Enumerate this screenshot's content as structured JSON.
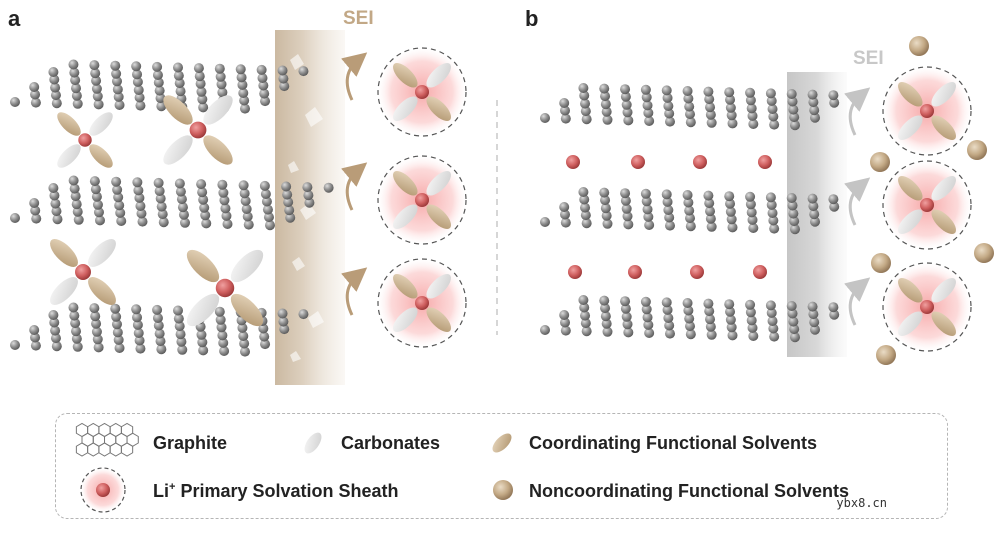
{
  "panels": {
    "a": {
      "label": "a",
      "sei_label": "SEI"
    },
    "b": {
      "label": "b",
      "sei_label": "SEI"
    }
  },
  "legend": {
    "graphite": "Graphite",
    "carbonates": "Carbonates",
    "coordinating": "Coordinating Functional Solvents",
    "sheath_prefix": "Li",
    "sheath_sup": "+",
    "sheath_rest": " Primary Solvation Sheath",
    "noncoordinating": "Noncoordinating Functional Solvents"
  },
  "watermark": "ybx8.cn",
  "colors": {
    "li_ion": "#cc6666",
    "carbonate": "#e4e4e4",
    "coordinating_solvent": "#c8b08e",
    "noncoordinating_solvent": "#c2a98a",
    "sei_a": "#dccfbe",
    "sei_b": "#cfcfcf",
    "graphite_atom": "#8c8c8c",
    "sheath_glow": "#f7b8b8"
  }
}
